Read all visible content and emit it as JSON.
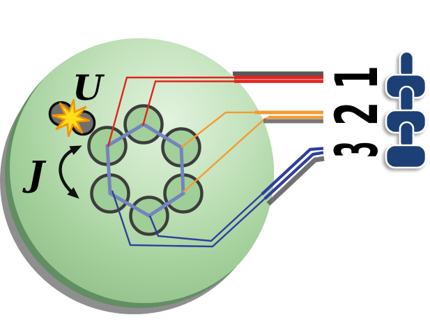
{
  "figure": {
    "interaction_label": "U",
    "hopping_label": "J",
    "site_count": 6,
    "channels": [
      {
        "label": "1",
        "color": "#e2231d"
      },
      {
        "label": "2",
        "color": "#f49b33"
      },
      {
        "label": "3",
        "color": "#2e3f9c"
      }
    ],
    "colors": {
      "sphere_center": "#e2f2de",
      "sphere_mid": "#c4e3bd",
      "sphere_outer": "#a5d19d",
      "sphere_edge": "#8fbd88",
      "sphere_rim_dark": "#618e62",
      "sphere_shadow": "#8a8a8a",
      "site_fill": "#9ccc93",
      "site_stroke": "#3d3d3d",
      "bond": "#7384bf",
      "atom_fill": "#6f6f6f",
      "atom_stroke": "#111111",
      "star_fill": "#ffdf1b",
      "star_stroke": "#f59300",
      "arrow": "#111111",
      "line_shadow": "#58585a",
      "qubit_fill": "#1d4076",
      "qubit_stroke": "#ffffff",
      "label_color": "#000000"
    }
  }
}
